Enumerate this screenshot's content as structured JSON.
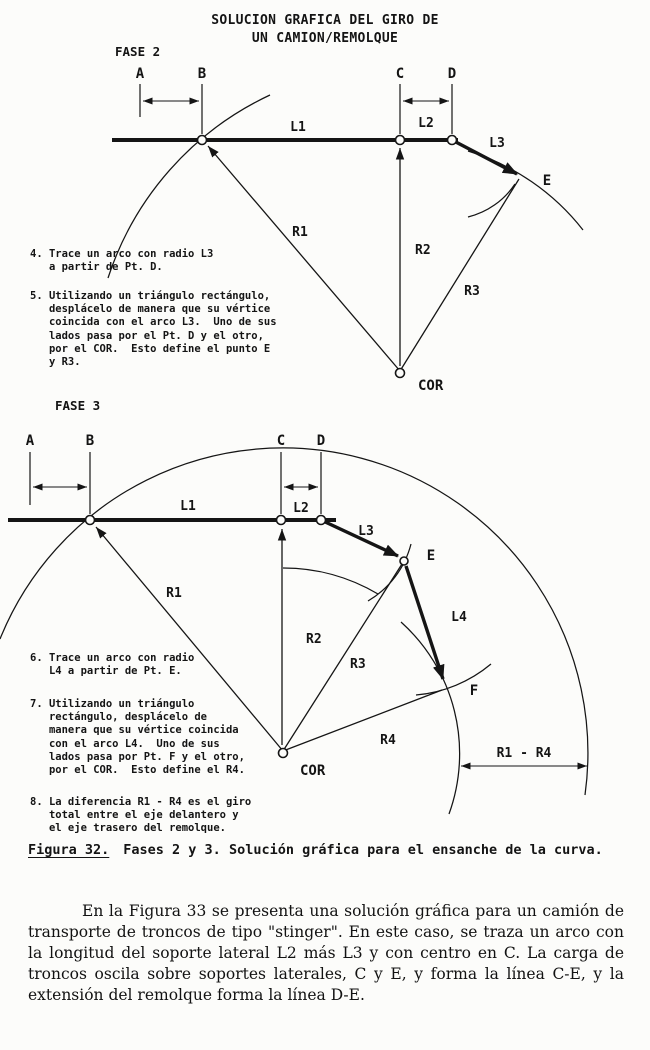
{
  "title": {
    "line1": "SOLUCION GRAFICA DEL GIRO DE",
    "line2": "UN CAMION/REMOLQUE"
  },
  "colors": {
    "ink": "#151515",
    "paper": "#fcfcfa"
  },
  "fase2": {
    "label": "FASE 2",
    "points": {
      "a": "A",
      "b": "B",
      "c": "C",
      "d": "D",
      "e": "E",
      "cor": "COR"
    },
    "dims": {
      "l1": "L1",
      "l2": "L2",
      "l3": "L3",
      "r1": "R1",
      "r2": "R2",
      "r3": "R3"
    },
    "steps": {
      "s4": "4. Trace un arco con radio L3\n   a partir de Pt. D.",
      "s5": "5. Utilizando un triángulo rectángulo,\n   desplácelo de manera que su vértice\n   coincida con el arco L3.  Uno de sus\n   lados pasa por el Pt. D y el otro,\n   por el COR.  Esto define el punto E\n   y R3."
    }
  },
  "fase3": {
    "label": "FASE 3",
    "points": {
      "a": "A",
      "b": "B",
      "c": "C",
      "d": "D",
      "e": "E",
      "f": "F",
      "cor": "COR"
    },
    "dims": {
      "l1": "L1",
      "l2": "L2",
      "l3": "L3",
      "l4": "L4",
      "r1": "R1",
      "r2": "R2",
      "r3": "R3",
      "r4": "R4",
      "r1r4": "R1 - R4"
    },
    "steps": {
      "s6": "6. Trace un arco con radio\n   L4 a partir de Pt. E.",
      "s7": "7. Utilizando un triángulo\n   rectángulo, desplácelo de\n   manera que su vértice coincida\n   con el arco L4.  Uno de sus\n   lados pasa por Pt. F y el otro,\n   por el COR.  Esto define el R4.",
      "s8": "8. La diferencia R1 - R4 es el giro\n   total entre el eje delantero y\n   el eje trasero del remolque."
    }
  },
  "caption": {
    "figure": "Figura 32.",
    "text": "Fases 2 y 3.  Solución gráfica para el ensanche de la curva."
  },
  "paragraph": "En la Figura 33 se presenta una solución gráfica para un camión de transporte de troncos de tipo \"stinger\".  En este caso, se traza un arco con la longitud del soporte lateral L2 más L3 y con centro en C.  La carga de troncos oscila sobre soportes laterales, C y E, y forma la línea C-E, y la extensión del remolque forma la línea D-E."
}
